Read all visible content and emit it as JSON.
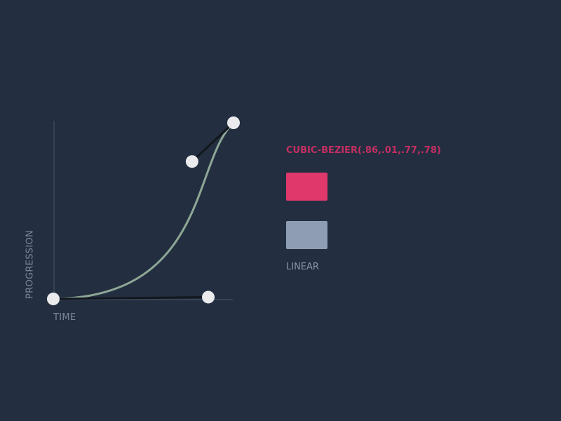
{
  "bezier": {
    "label": "CUBIC-BEZIER(.86,.01,.77,.78)",
    "p1": [
      0.86,
      0.01
    ],
    "p2": [
      0.77,
      0.78
    ]
  },
  "graph": {
    "y_axis_label": "PROGRESSION",
    "x_axis_label": "TIME"
  },
  "comparison": {
    "linear_label": "LINEAR"
  },
  "colors": {
    "background": "#232f40",
    "curve": "#8ea796",
    "bezier_accent": "#e0386b",
    "bezier_text": "#c42e62",
    "linear_swatch": "#8e9db3",
    "handle_fill": "#ebebee",
    "handle_line": "#12171f",
    "axis": "#4a5566"
  }
}
